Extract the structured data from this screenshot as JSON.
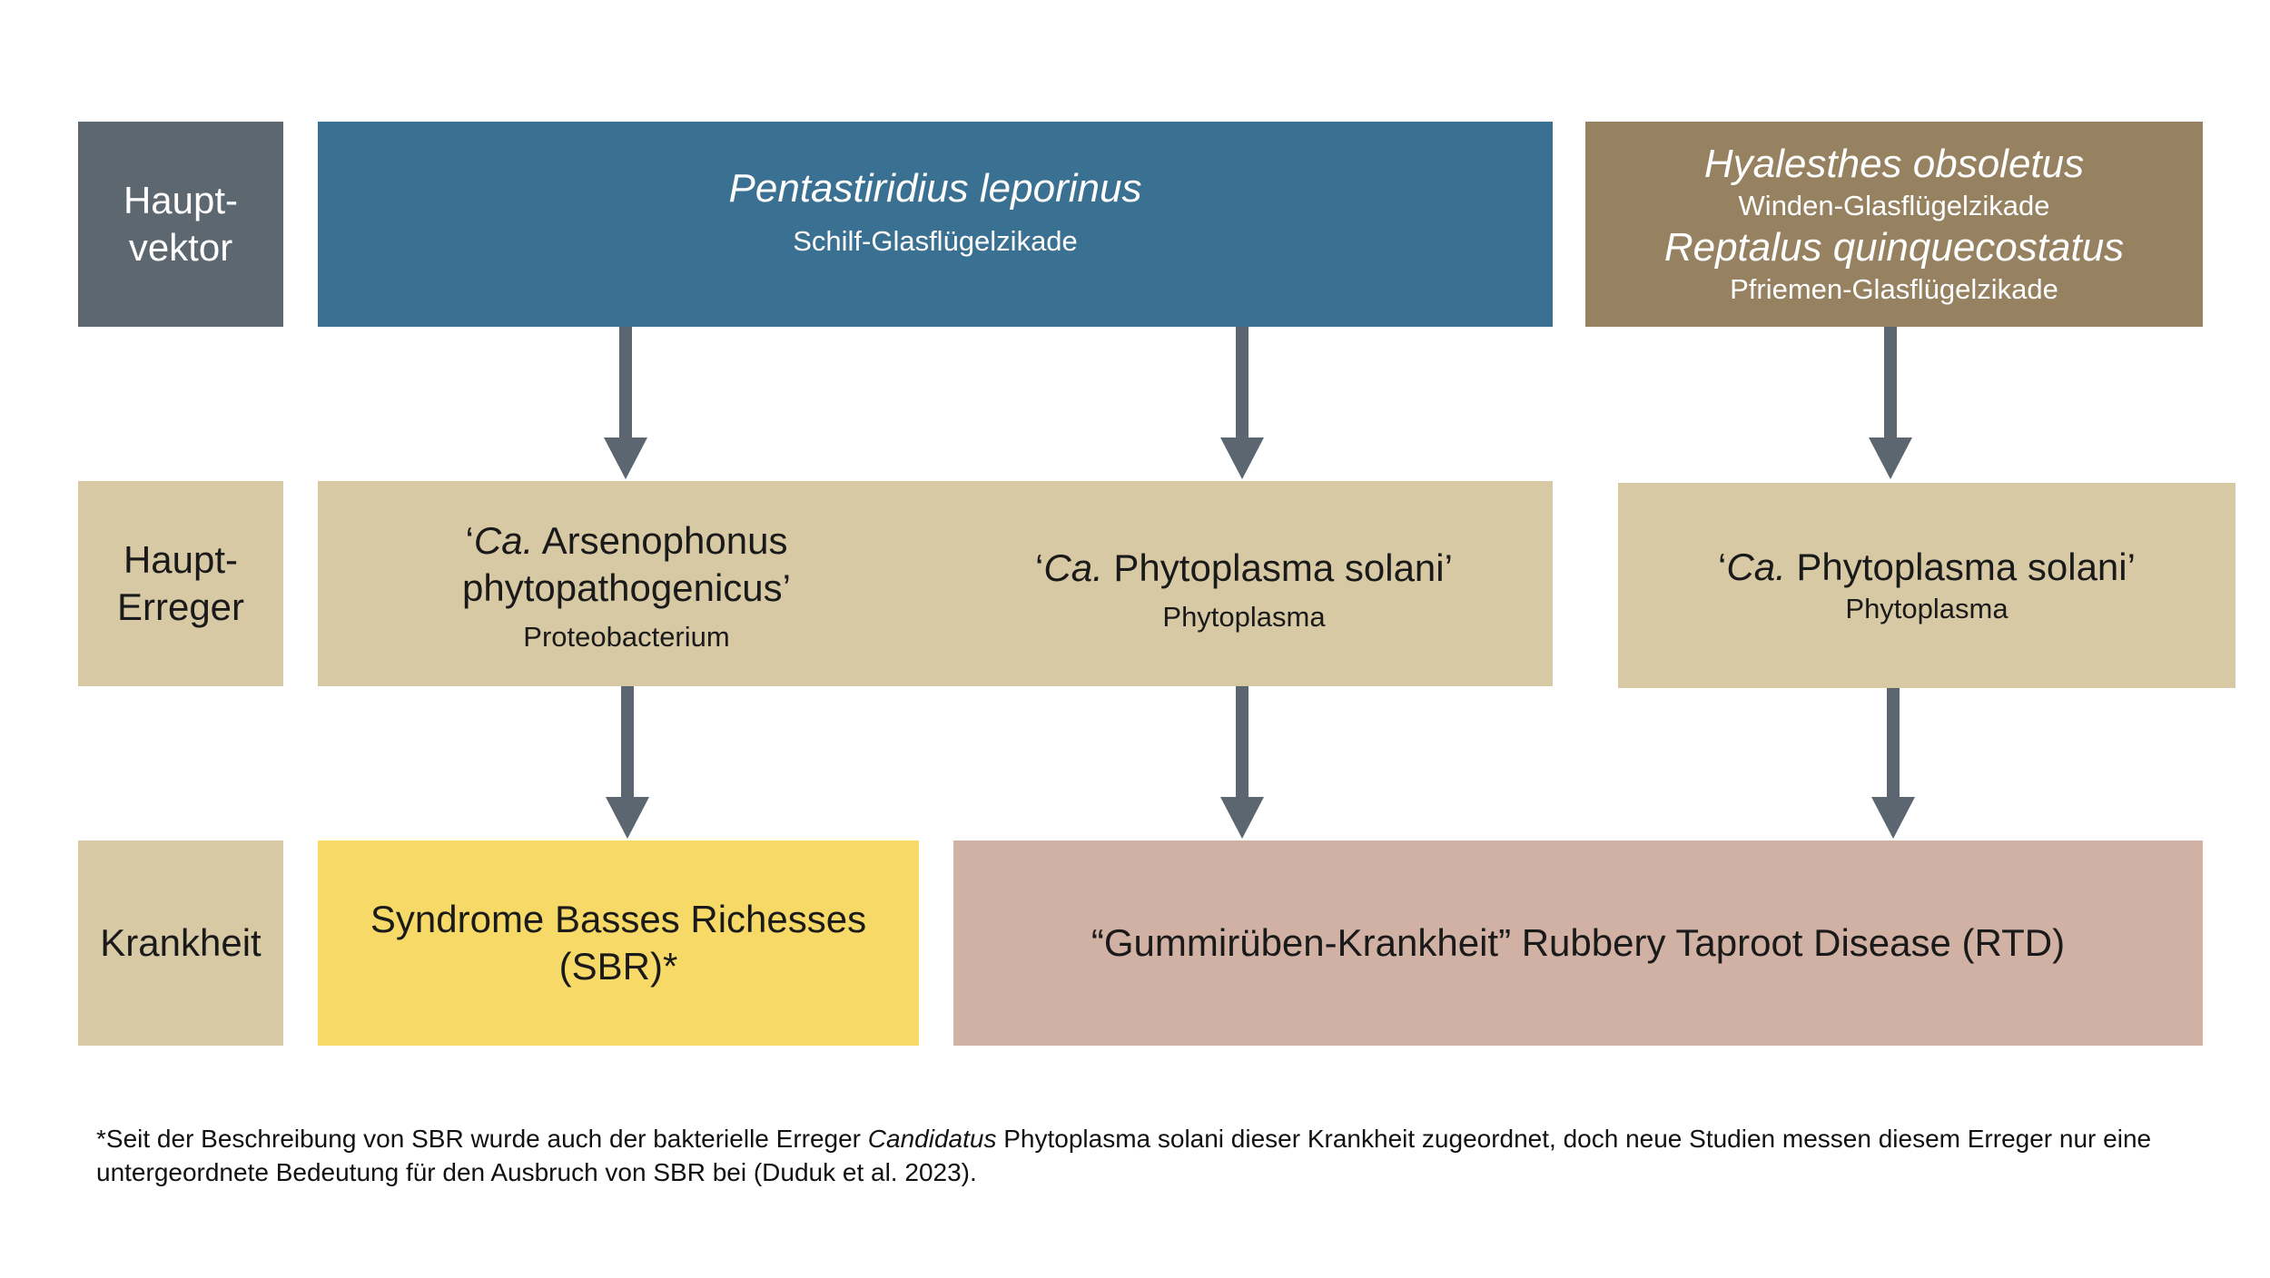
{
  "colors": {
    "label_dark": "#5d6770",
    "label_tan": "#d8c9a5",
    "vector_blue": "#3a7091",
    "vector_brown": "#968160",
    "pathogen_tan": "#d8c9a5",
    "disease_yellow": "#f6d966",
    "disease_rose": "#d0b1a4",
    "arrow": "#5b6670"
  },
  "rows": {
    "vector": {
      "line1": "Haupt-",
      "line2": "vektor"
    },
    "pathogen": {
      "line1": "Haupt-",
      "line2": "Erreger"
    },
    "disease": {
      "label": "Krankheit"
    }
  },
  "vectors": {
    "pentastiridius": {
      "species": "Pentastiridius leporinus",
      "common": "Schilf-Glasflügelzikade"
    },
    "hyalesthes": {
      "species1": "Hyalesthes obsoletus",
      "common1": "Winden-Glasflügelzikade",
      "species2": "Reptalus quinquecostatus",
      "common2": "Pfriemen-Glasflügelzikade"
    }
  },
  "pathogens": {
    "arsenophonus": {
      "quote_open": "‘",
      "prefix": "Ca.",
      "name1": " Arsenophonus",
      "name2": "phytopathogenicus’",
      "type": "Proteobacterium"
    },
    "solani_center": {
      "quote_open": "‘",
      "prefix": "Ca.",
      "name": " Phytoplasma solani’",
      "type": "Phytoplasma"
    },
    "solani_right": {
      "quote_open": "‘",
      "prefix": "Ca.",
      "name": " Phytoplasma solani’",
      "type": "Phytoplasma"
    }
  },
  "diseases": {
    "sbr": {
      "line1": "Syndrome Basses Richesses",
      "line2": "(SBR)*"
    },
    "rtd": {
      "label": "“Gummirüben-Krankheit” Rubbery Taproot Disease (RTD)"
    }
  },
  "footnote": {
    "part1": "*Seit der Beschreibung von SBR wurde auch der bakterielle Erreger ",
    "italic": "Candidatus",
    "part2": " Phytoplasma solani dieser Krankheit zugeordnet, doch neue Studien messen diesem Erreger nur eine untergeordnete Bedeutung für den Ausbruch von SBR bei (Duduk et al. 2023)."
  }
}
